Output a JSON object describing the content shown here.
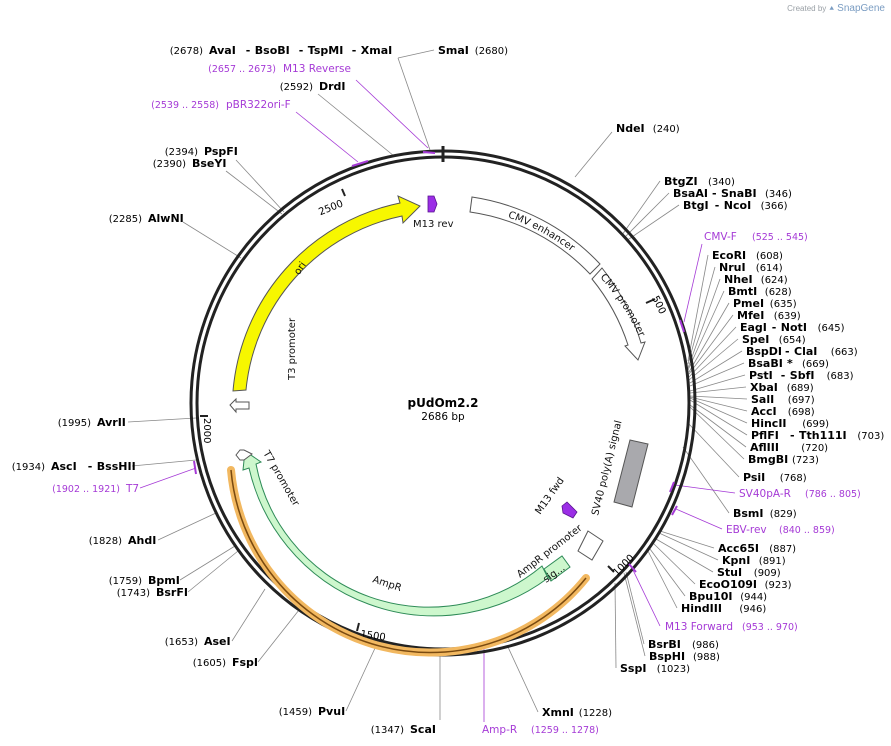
{
  "credit": {
    "prefix": "Created by",
    "brand": "SnapGene"
  },
  "plasmid": {
    "name": "pUdOm2.2",
    "length_label": "2686 bp",
    "length": 2686
  },
  "ticks": [
    "500",
    "1000",
    "1500",
    "2000",
    "2500"
  ],
  "colors": {
    "backbone": "#222222",
    "ori": "#f7f700",
    "ampr": "#cdf7cd",
    "ampr_border": "#2e8b57",
    "orf_highlight": "#f2b860",
    "sv40": "#a9a9ad",
    "primer": "#a53ad6",
    "leader": "#888888"
  },
  "enzymes_right": [
    {
      "name": "NdeI",
      "pos": "(240)"
    },
    {
      "name": "BtgZI",
      "pos": "(340)"
    },
    {
      "name": "BsaAI",
      "name2": "SnaBI",
      "pos": "(346)"
    },
    {
      "name": "BtgI",
      "name2": "NcoI",
      "pos": "(366)"
    },
    {
      "name": "EcoRI",
      "pos": "(608)"
    },
    {
      "name": "NruI",
      "pos": "(614)"
    },
    {
      "name": "NheI",
      "pos": "(624)"
    },
    {
      "name": "BmtI",
      "pos": "(628)"
    },
    {
      "name": "PmeI",
      "pos": "(635)"
    },
    {
      "name": "MfeI",
      "pos": "(639)"
    },
    {
      "name": "EagI",
      "name2": "NotI",
      "pos": "(645)"
    },
    {
      "name": "SpeI",
      "pos": "(654)"
    },
    {
      "name": "BspDI",
      "name2": "ClaI",
      "pos": "(663)"
    },
    {
      "name": "BsaBI",
      "star": "*",
      "pos": "(669)"
    },
    {
      "name": "PstI",
      "name2": "SbfI",
      "pos": "(683)"
    },
    {
      "name": "XbaI",
      "pos": "(689)"
    },
    {
      "name": "SalI",
      "pos": "(697)"
    },
    {
      "name": "AccI",
      "pos": "(698)"
    },
    {
      "name": "HincII",
      "pos": "(699)"
    },
    {
      "name": "PflFI",
      "name2": "Tth111I",
      "pos": "(703)"
    },
    {
      "name": "AflIII",
      "pos": "(720)"
    },
    {
      "name": "BmgBI",
      "pos": "(723)"
    },
    {
      "name": "PsiI",
      "pos": "(768)"
    },
    {
      "name": "BsmI",
      "pos": "(829)"
    },
    {
      "name": "Acc65I",
      "pos": "(887)"
    },
    {
      "name": "KpnI",
      "pos": "(891)"
    },
    {
      "name": "StuI",
      "pos": "(909)"
    },
    {
      "name": "EcoO109I",
      "pos": "(923)"
    },
    {
      "name": "Bpu10I",
      "pos": "(944)"
    },
    {
      "name": "HindIII",
      "pos": "(946)"
    },
    {
      "name": "BsrBI",
      "pos": "(986)"
    },
    {
      "name": "BspHI",
      "pos": "(988)"
    },
    {
      "name": "SspI",
      "pos": "(1023)"
    },
    {
      "name": "XmnI",
      "pos": "(1228)"
    },
    {
      "name": "SmaI",
      "pos": "(2680)"
    }
  ],
  "enzymes_left": [
    {
      "pos": "(2678)",
      "name": "AvaI",
      "name2": "BsoBI",
      "name3": "TspMI",
      "name4": "XmaI"
    },
    {
      "pos": "(2592)",
      "name": "DrdI"
    },
    {
      "pos": "(2394)",
      "name": "PspFI"
    },
    {
      "pos": "(2390)",
      "name": "BseYI"
    },
    {
      "pos": "(2285)",
      "name": "AlwNI"
    },
    {
      "pos": "(1995)",
      "name": "AvrII"
    },
    {
      "pos": "(1934)",
      "name": "AscI",
      "name2": "BssHII"
    },
    {
      "pos": "(1828)",
      "name": "AhdI"
    },
    {
      "pos": "(1759)",
      "name": "BpmI"
    },
    {
      "pos": "(1743)",
      "name": "BsrFI"
    },
    {
      "pos": "(1653)",
      "name": "AseI"
    },
    {
      "pos": "(1605)",
      "name": "FspI"
    },
    {
      "pos": "(1459)",
      "name": "PvuI"
    },
    {
      "pos": "(1347)",
      "name": "ScaI"
    }
  ],
  "primers": [
    {
      "name": "M13 Reverse",
      "range": "(2657 .. 2673)"
    },
    {
      "name": "pBR322ori-F",
      "range": "(2539 .. 2558)"
    },
    {
      "name": "CMV-F",
      "range": "(525 .. 545)"
    },
    {
      "name": "SV40pA-R",
      "range": "(786 .. 805)"
    },
    {
      "name": "EBV-rev",
      "range": "(840 .. 859)"
    },
    {
      "name": "M13 Forward",
      "range": "(953 .. 970)"
    },
    {
      "name": "Amp-R",
      "range": "(1259 .. 1278)"
    },
    {
      "name": "T7",
      "range": "(1902 .. 1921)"
    }
  ],
  "features": {
    "ori": "ori",
    "t3": "T3 promoter",
    "m13rev": "M13 rev",
    "cmv_enh": "CMV enhancer",
    "cmv_prom": "CMV promoter",
    "sv40": "SV40 poly(A) signal",
    "m13fwd": "M13 fwd",
    "ampr_prom": "AmpR promoter",
    "sig": "sig...",
    "ampr": "AmpR",
    "t7": "T7 promoter"
  }
}
